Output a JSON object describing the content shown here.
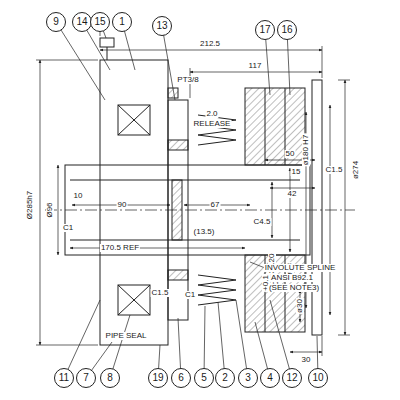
{
  "diagram": {
    "nodes": [
      {
        "text": [
          "9"
        ]
      },
      {
        "text": [
          "14"
        ]
      },
      {
        "text": [
          "15"
        ]
      },
      {
        "text": [
          "1"
        ]
      },
      {
        "text": [
          "13"
        ]
      },
      {
        "text": [
          "17"
        ]
      },
      {
        "text": [
          "16"
        ]
      },
      {
        "text": [
          "11"
        ]
      },
      {
        "text": [
          "7"
        ]
      },
      {
        "text": [
          "8"
        ]
      },
      {
        "text": [
          "19"
        ]
      },
      {
        "text": [
          "6"
        ]
      },
      {
        "text": [
          "5"
        ]
      },
      {
        "text": [
          "2"
        ]
      },
      {
        "text": [
          "3"
        ]
      },
      {
        "text": [
          "4"
        ]
      },
      {
        "text": [
          "12"
        ]
      },
      {
        "text": [
          "10"
        ]
      }
    ],
    "labels": [
      "212.5",
      "117",
      "PT3/8",
      "2.0",
      "RELEASE",
      "50",
      "15",
      "C1.5",
      "42",
      "Ø285h7",
      "Ø96",
      "10",
      "90",
      "67",
      "C4.5",
      "C1",
      "(13.5)",
      "ø38.20",
      "+0.1",
      "0",
      "ø98",
      "ø180 H7",
      "ø274",
      "170.5 REF",
      "INVOLUTE SPLINE",
      "ANSI B92.1",
      "(SEE NOTE3)",
      "PIPE SEAL",
      "ø30",
      "30",
      "C1.5",
      "C1"
    ]
  }
}
